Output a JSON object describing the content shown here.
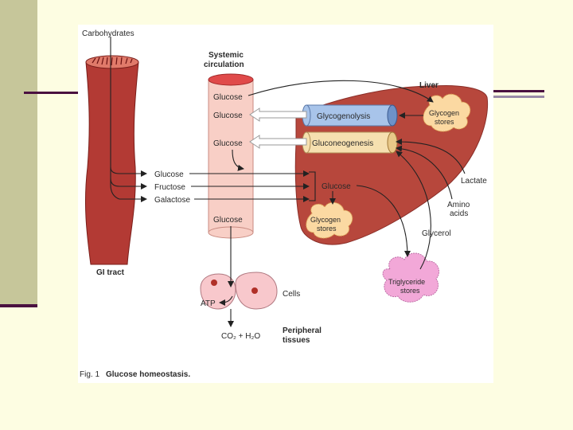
{
  "labels": {
    "carbohydrates": "Carbohydrates",
    "systemic_line1": "Systemic",
    "systemic_line2": "circulation",
    "liver": "Liver",
    "glucose": "Glucose",
    "glycogenolysis": "Glycogenolysis",
    "gluconeogenesis": "Gluconeogenesis",
    "glycogen_stores_1": "Glycogen",
    "glycogen_stores_2": "stores",
    "fructose": "Fructose",
    "galactose": "Galactose",
    "lactate": "Lactate",
    "amino_1": "Amino",
    "amino_2": "acids",
    "glycerol": "Glycerol",
    "triglyceride_1": "Triglyceride",
    "triglyceride_2": "stores",
    "gi_tract": "GI tract",
    "atp": "ATP",
    "cells": "Cells",
    "co2_h2o": "CO₂ + H₂O",
    "peripheral_1": "Peripheral",
    "peripheral_2": "tissues",
    "caption_prefix": "Fig. 1",
    "caption_title": "Glucose homeostasis."
  },
  "colors": {
    "gi_tract": "#b33a34",
    "vessel": "#f8cfc6",
    "liver": "#b7473c",
    "glycogenolysis": "#a8c4ea",
    "gluconeogenesis": "#f6e0b0",
    "stores": "#fbd9a2",
    "triglyceride": "#f2a8d8",
    "cells": "#f8c8cc"
  }
}
